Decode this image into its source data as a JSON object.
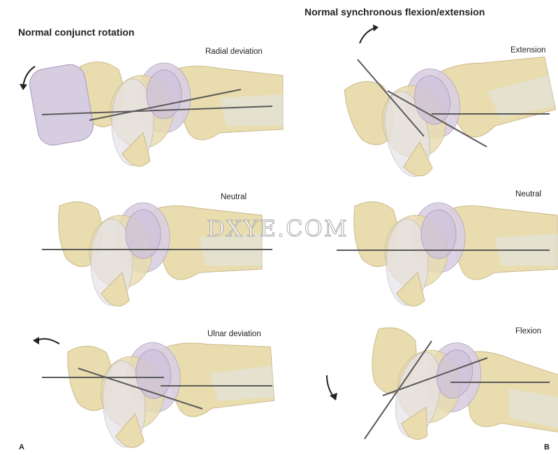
{
  "titles": {
    "left": "Normal conjunct rotation",
    "right": "Normal synchronous flexion/extension"
  },
  "labels": {
    "radial_deviation": "Radial deviation",
    "neutral_left": "Neutral",
    "ulnar_deviation": "Ulnar deviation",
    "extension": "Extension",
    "neutral_right": "Neutral",
    "flexion": "Flexion"
  },
  "panel_letters": {
    "a": "A",
    "b": "B"
  },
  "watermark": "DXYE.COM",
  "colors": {
    "bone": "#e9ddb0",
    "carpal": "#d9d0e2",
    "line": "#5a5a5a"
  }
}
